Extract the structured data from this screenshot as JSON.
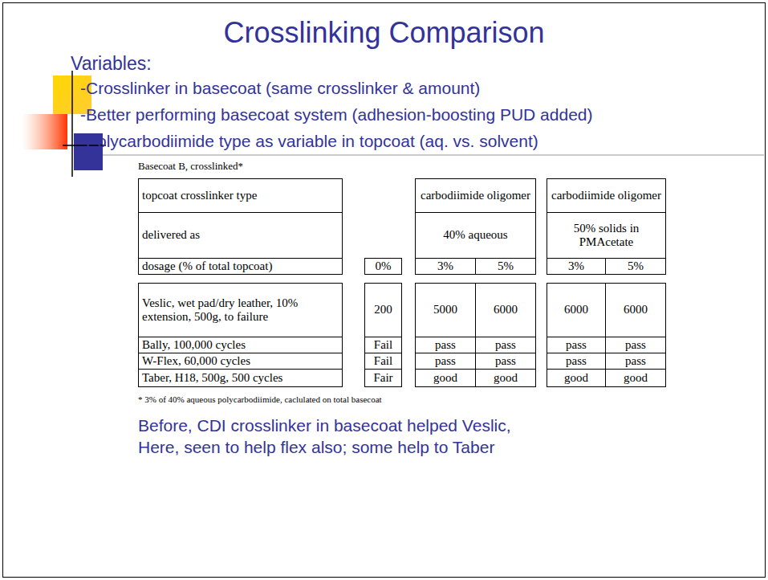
{
  "diagram": {
    "title": "Crosslinking Comparison",
    "labels": [
      "Variables:",
      "-Crosslinker in basecoat (same crosslinker & amount)",
      "-Better performing basecoat system (adhesion-boosting PUD added)",
      "-Polycarbodiimide type as variable in topcoat (aq. vs. solvent)",
      "Basecoat B, crosslinked*",
      "topcoat crosslinker type",
      "carbodiimide oligomer",
      "carbodiimide oligomer",
      "delivered as",
      "40% aqueous",
      "50% solids in PMAcetate",
      "dosage (% of total topcoat)",
      "0%",
      "3%",
      "5%",
      "3%",
      "5%",
      "Veslic, wet pad/dry leather, 10% extension, 500g, to failure",
      "200",
      "5000",
      "6000",
      "6000",
      "6000",
      "Bally, 100,000 cycles",
      "Fail",
      "pass",
      "pass",
      "pass",
      "pass",
      "W-Flex, 60,000 cycles",
      "Fail",
      "pass",
      "pass",
      "pass",
      "pass",
      "Taber, H18, 500g, 500 cycles",
      "Fair",
      "good",
      "good",
      "good",
      "good",
      "* 3% of 40%  aqueous polycarbodiimide, caclulated on total basecoat",
      "Before, CDI crosslinker in basecoat helped Veslic,",
      "Here, seen to help flex also; some help to Taber"
    ]
  }
}
